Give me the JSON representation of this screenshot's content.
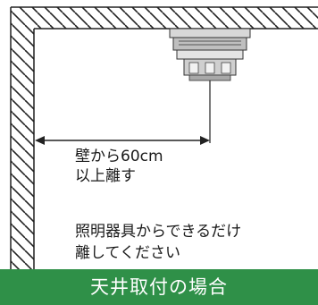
{
  "labels": {
    "distance_line1": "壁から60cm",
    "distance_line2": "以上離す",
    "lighting_line1": "照明器具からできるだけ",
    "lighting_line2": "離してください"
  },
  "caption": "天井取付の場合",
  "colors": {
    "caption_background": "#2f9048",
    "caption_text": "#ffffff",
    "line": "#222222",
    "room_interior": "#ffffff"
  },
  "icons": {
    "detector": "smoke-detector-icon",
    "arrow": "dimension-arrow"
  }
}
